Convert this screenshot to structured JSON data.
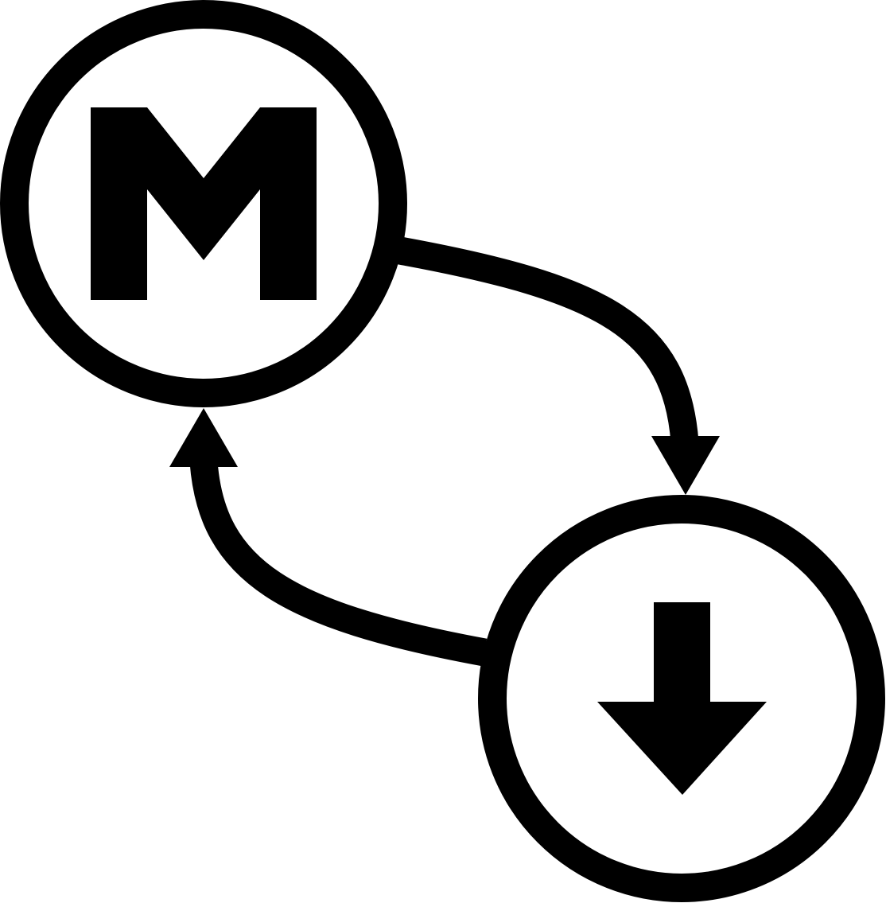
{
  "diagram": {
    "colors": {
      "ink": "#000000",
      "background": "#ffffff"
    },
    "nodes": [
      {
        "id": "node-m",
        "icon": "letter-m-icon",
        "text": ""
      },
      {
        "id": "node-download",
        "icon": "arrow-down-icon",
        "text": ""
      }
    ],
    "edges": [
      {
        "from": "node-m",
        "to": "node-download",
        "icon": "curved-arrow-icon"
      },
      {
        "from": "node-download",
        "to": "node-m",
        "icon": "curved-arrow-icon"
      }
    ]
  }
}
